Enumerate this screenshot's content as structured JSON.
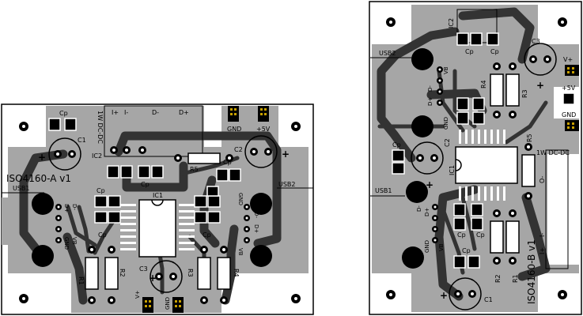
{
  "board_a": {
    "title": "ISO4160-A v1",
    "labels": {
      "cp_top": "Cp",
      "c1": "C1",
      "c2": "C2",
      "c3": "C3",
      "ic1": "IC1",
      "ic2": "IC2",
      "r1": "R1",
      "r2": "R2",
      "r3": "R3",
      "r4": "R4",
      "r5": "R5",
      "cp_a": "Cp",
      "cp_b": "Cp",
      "cp_c": "Cp",
      "cp_d": "Cp",
      "cp_e": "Cp",
      "cp_f": "Cp",
      "dcdc": "1W DC-DC",
      "i_plus": "I+",
      "i_minus": "I-",
      "d_minus_top": "D-",
      "d_plus_top": "D+",
      "gnd_hdr": "GND",
      "v5_hdr": "+5V",
      "usb1": "USB1",
      "usb2": "USB2",
      "d_plus_l": "D+",
      "d_minus_l": "D-",
      "gnd_l": "GND",
      "vb_l": "VB",
      "gnd_r": "GND",
      "d_minus_r": "D-",
      "d_plus_r": "D+",
      "vb_r": "VB",
      "vplus_bot": "V+",
      "gnd_bot": "GND",
      "plus_c1": "+",
      "plus_c2": "+",
      "plus_c3": "+"
    }
  },
  "board_b": {
    "title": "ISO4160-B v1",
    "labels": {
      "ic2": "IC2",
      "cp_t1": "Cp",
      "cp_t2": "Cp",
      "c3": "C3",
      "vplus": "V+",
      "v5": "+5V",
      "gnd": "GND",
      "usb2": "USB2",
      "vb": "VB",
      "d_minus": "D-",
      "d_plus": "D+",
      "gnd_l": "GND",
      "r4": "R4",
      "r3": "R3",
      "cp_l": "Cp",
      "c2": "C2",
      "ic1": "IC1",
      "r5": "R5",
      "dcdc": "1W DC-DC",
      "usb1": "USB1",
      "d_plus_b": "D+",
      "d_minus_b": "D-",
      "gnd_b": "GND",
      "vb_b": "VB",
      "cp_b1": "Cp",
      "cp_b2": "Cp",
      "cp_b3": "Cp",
      "r2": "R2",
      "r1": "R1",
      "c1": "C1",
      "o_minus": "O-",
      "i_minus": "I-",
      "i_plus": "I+",
      "plus_c3": "+",
      "plus_c2": "+",
      "plus_c1": "+"
    }
  }
}
